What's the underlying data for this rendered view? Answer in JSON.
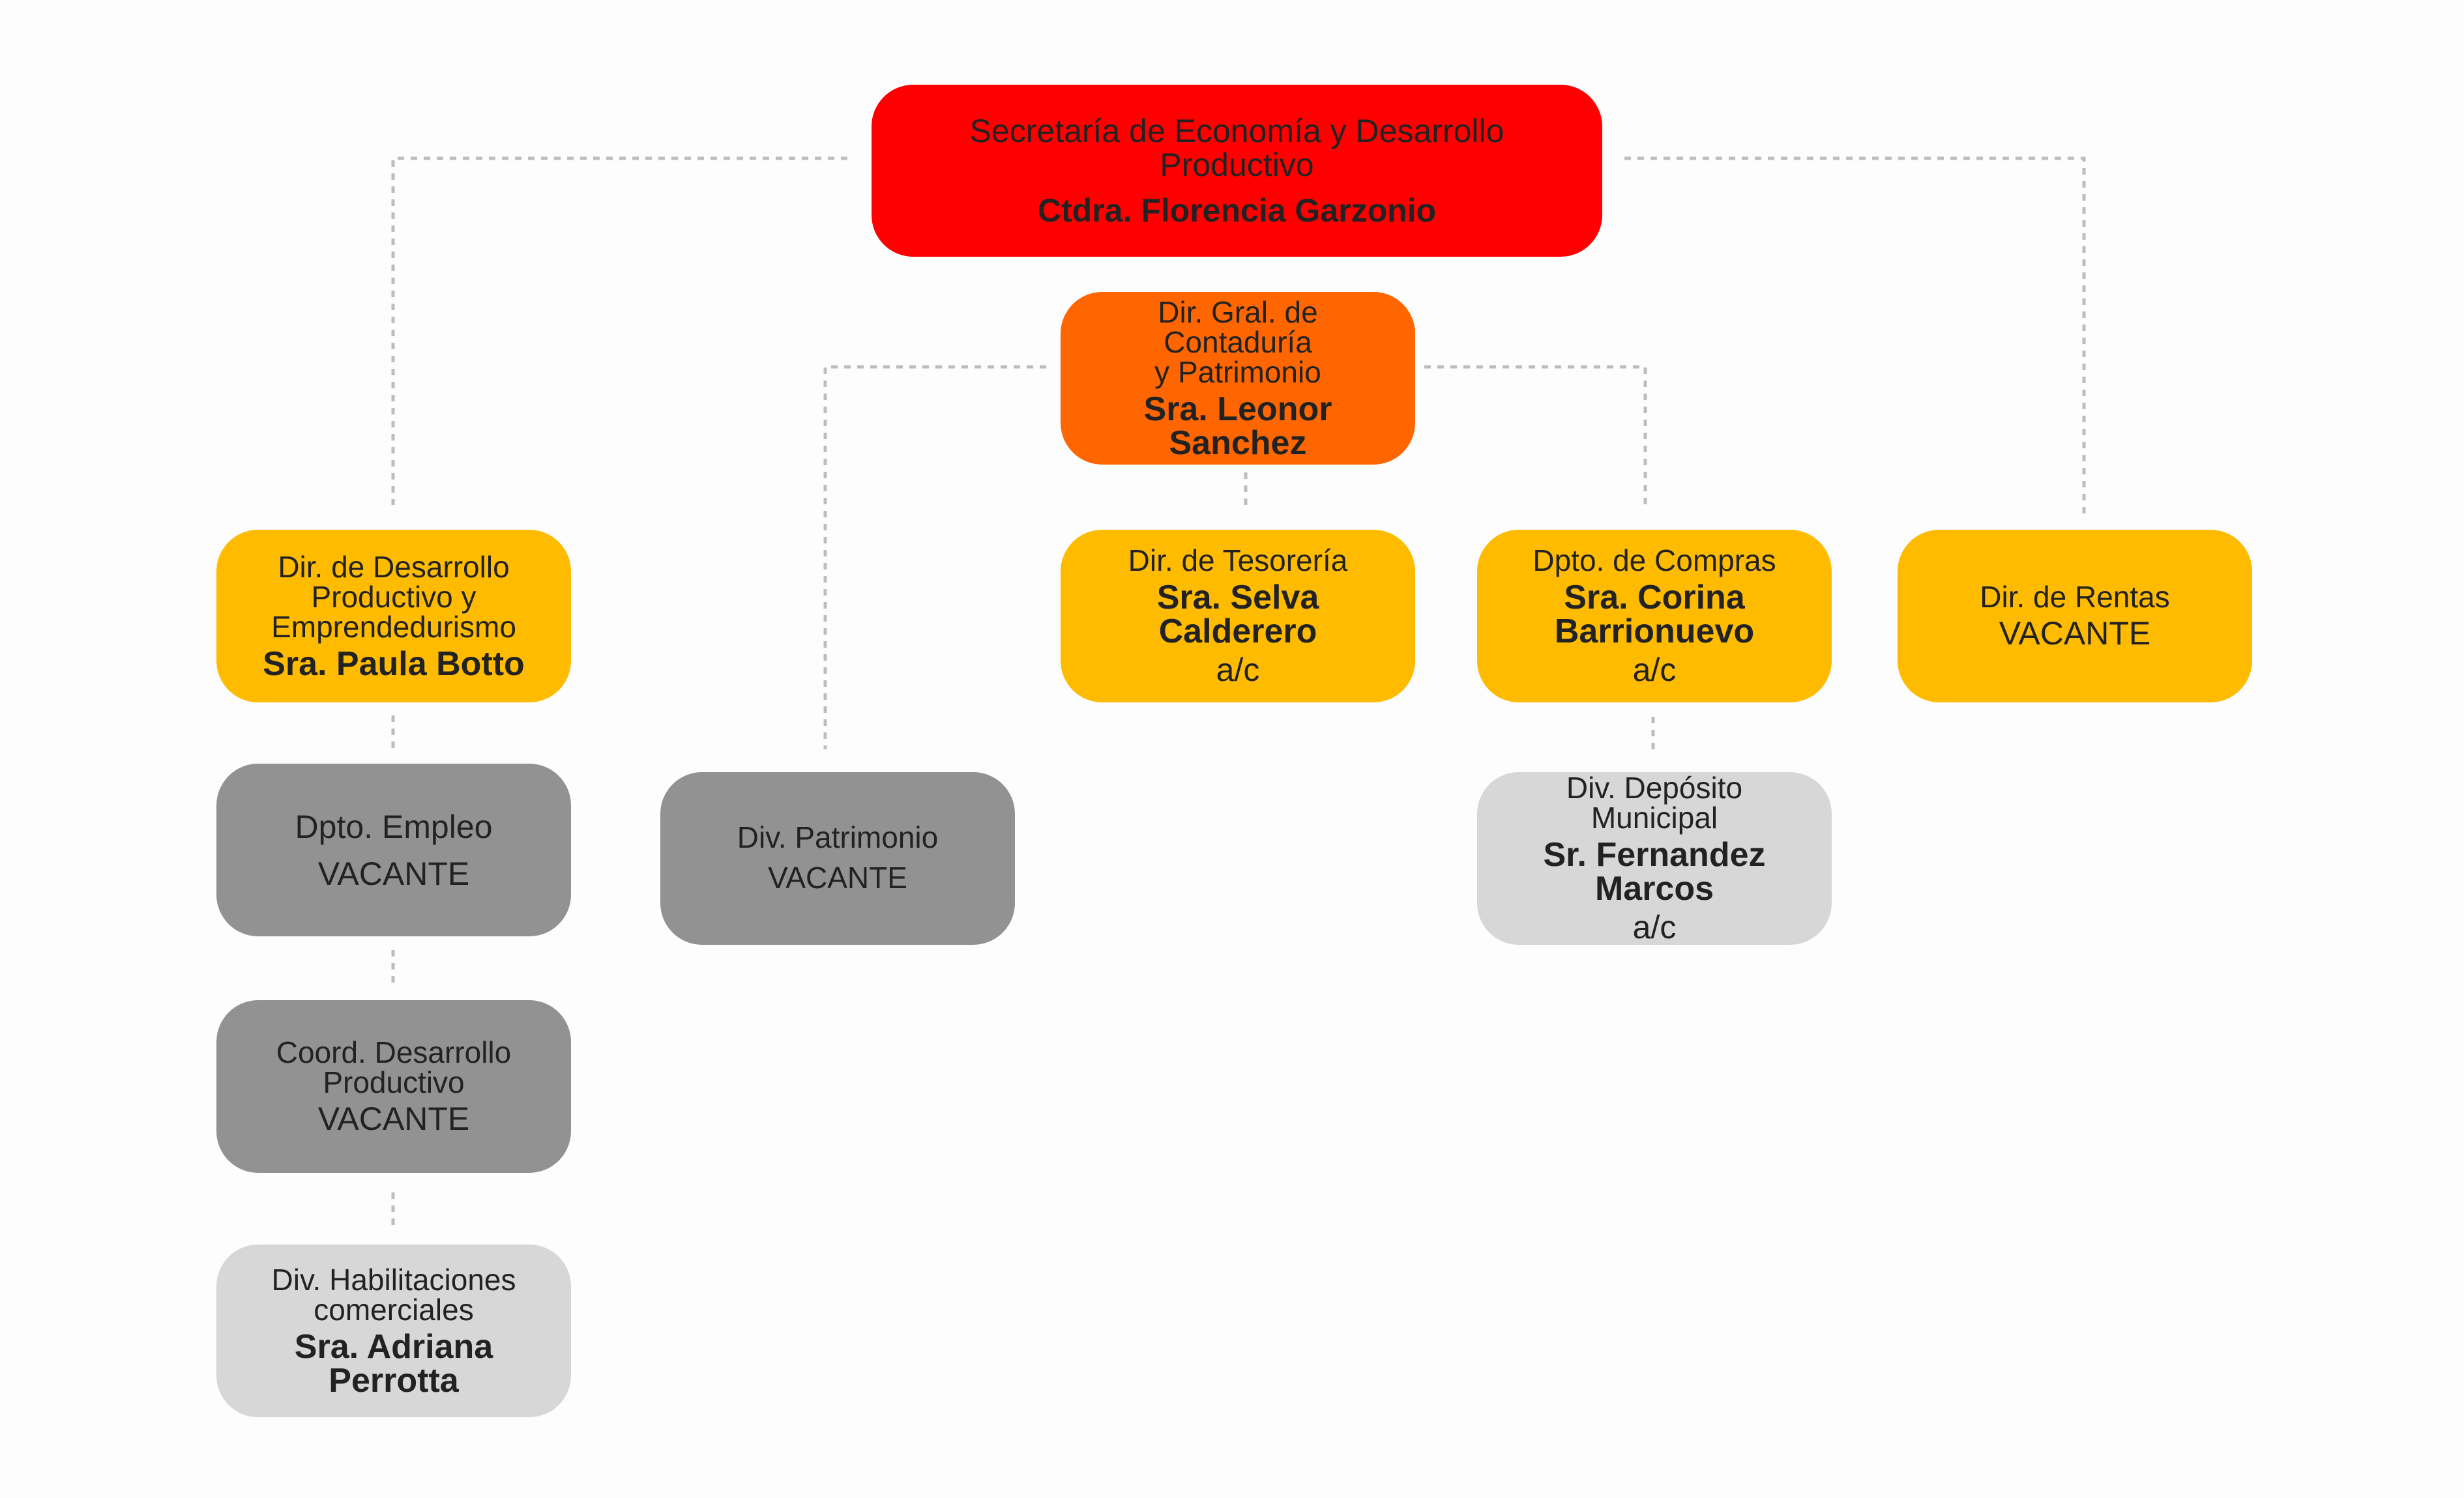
{
  "colors": {
    "secretaria": "#ff0000",
    "direccion_general": "#ff6600",
    "direccion": "#ffbb00",
    "vacante": "#929292",
    "division": "#d7d7d7",
    "connector": "#bdbdbd"
  },
  "nodes": {
    "secretaria": {
      "title": "Secretaría de Economía y Desarrollo\nProductivo",
      "name": "Ctdra. Florencia Garzonio"
    },
    "contaduria": {
      "title": "Dir. Gral. de Contaduría\ny Patrimonio",
      "name": "Sra. Leonor Sanchez"
    },
    "desarrollo": {
      "title": "Dir. de Desarrollo\nProductivo y\nEmprendedurismo",
      "name": "Sra. Paula Botto"
    },
    "tesoreria": {
      "title": "Dir. de Tesorería",
      "name": "Sra. Selva Calderero",
      "status": "a/c"
    },
    "compras": {
      "title": "Dpto. de Compras",
      "name": "Sra. Corina\nBarrionuevo",
      "status": "a/c"
    },
    "rentas": {
      "title": "Dir. de Rentas",
      "status": "VACANTE"
    },
    "empleo": {
      "title": "Dpto. Empleo",
      "status": "VACANTE"
    },
    "patrimonio": {
      "title": "Div. Patrimonio",
      "status": "VACANTE"
    },
    "deposito": {
      "title": "Div. Depósito\nMunicipal",
      "name": "Sr. Fernandez Marcos",
      "status": "a/c"
    },
    "coordinacion": {
      "title": "Coord. Desarrollo\nProductivo",
      "status": "VACANTE"
    },
    "habilitaciones": {
      "title": "Div. Habilitaciones\ncomerciales",
      "name": "Sra. Adriana Perrotta"
    }
  }
}
